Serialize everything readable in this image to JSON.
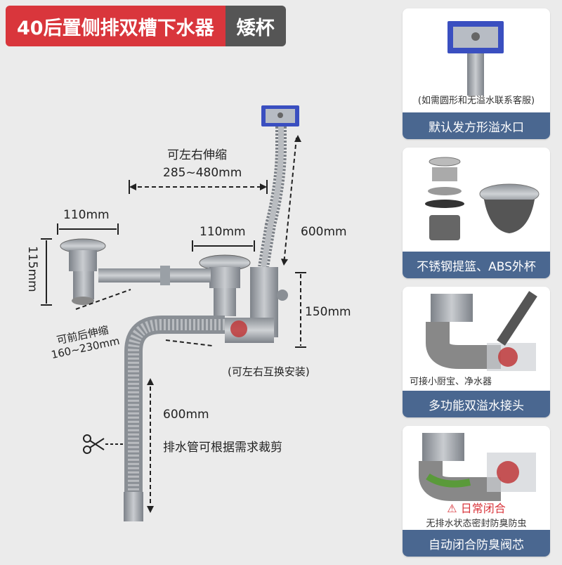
{
  "header": {
    "title": "40后置侧排双槽下水器",
    "tag": "矮杯"
  },
  "diagram": {
    "stretch_lr_label": "可左右伸缩",
    "stretch_lr_range": "285~480mm",
    "left_basin_width": "110mm",
    "right_basin_width": "110mm",
    "basin_height": "115mm",
    "overflow_hose_length": "600mm",
    "tee_height": "150mm",
    "stretch_fb_label": "可前后伸缩",
    "stretch_fb_range": "160~230mm",
    "swap_note": "(可左右互换安装)",
    "drain_hose_length": "600mm",
    "cut_note": "排水管可根据需求裁剪"
  },
  "cards": [
    {
      "note": "(如需圆形和无溢水联系客服)",
      "caption": "默认发方形溢水口"
    },
    {
      "caption": "不锈钢提篮、ABS外杯"
    },
    {
      "note": "可接小厨宝、净水器",
      "caption": "多功能双溢水接头"
    },
    {
      "status": "日常闭合",
      "note": "无排水状态密封防臭防虫",
      "caption": "自动闭合防臭阀芯"
    }
  ],
  "colors": {
    "title_red": "#d9363c",
    "tag_gray": "#555555",
    "caption_blue": "#4a6790",
    "overflow_blue": "#3a4fc0"
  }
}
